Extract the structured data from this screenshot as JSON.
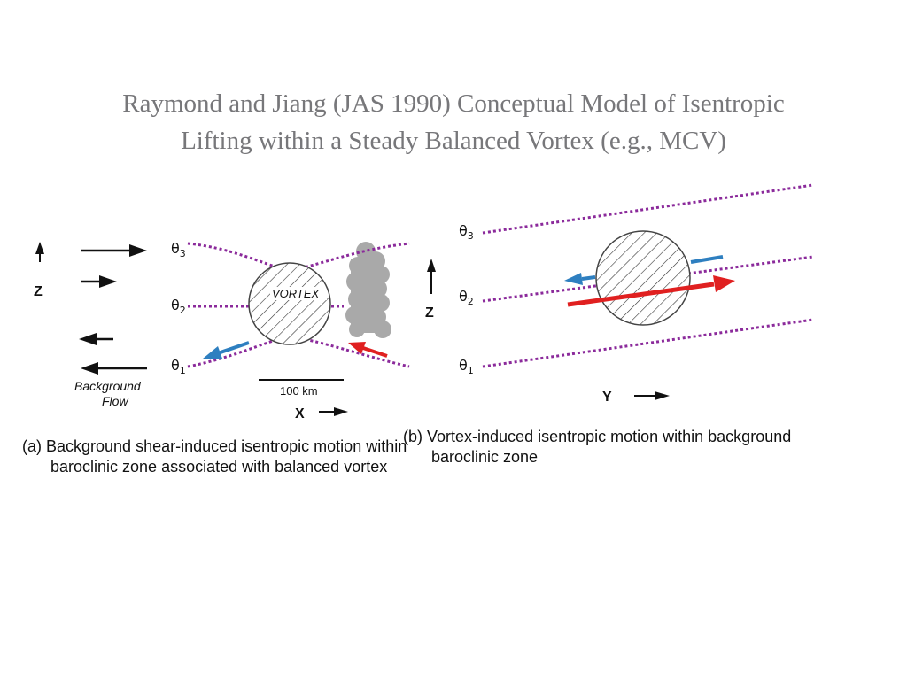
{
  "title": {
    "line1": "Raymond and Jiang (JAS 1990) Conceptual Model of Isentropic",
    "line2": "Lifting within a Steady Balanced Vortex (e.g., MCV)"
  },
  "panel_a": {
    "theta_labels": [
      "θ3",
      "θ2",
      "θ1"
    ],
    "vortex_label": "VORTEX",
    "z_label": "Z",
    "x_label": "X",
    "scale_label": "100 km",
    "flow_label_line1": "Background",
    "flow_label_line2": "Flow",
    "caption_line1": "(a) Background shear-induced isentropic motion within",
    "caption_line2": "baroclinic zone associated with balanced vortex"
  },
  "panel_b": {
    "theta_labels": [
      "θ3",
      "θ2",
      "θ1"
    ],
    "z_label": "Z",
    "y_label": "Y",
    "caption_line1": "(b) Vortex-induced isentropic motion within background",
    "caption_line2": "baroclinic zone"
  },
  "colors": {
    "isentrope": "#8b2a9b",
    "blue_arrow": "#2e7fc0",
    "red_arrow": "#e02020",
    "cloud": "#a9a9a9",
    "title_text": "#77777a"
  },
  "icons": [
    "hatched-vortex-circle",
    "convective-cloud",
    "arrow-right",
    "arrow-left",
    "arrow-up"
  ]
}
